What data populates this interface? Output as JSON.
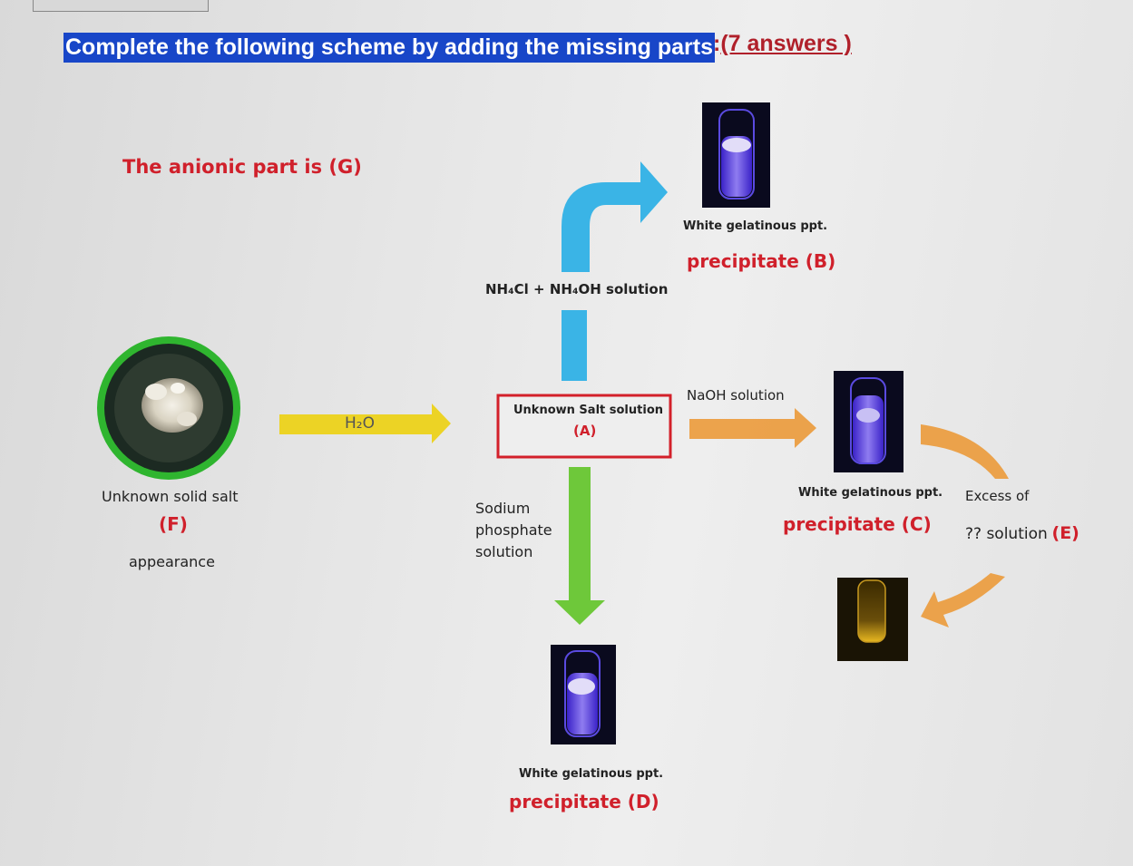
{
  "heading": {
    "main": "Complete the following scheme by adding the missing parts",
    "suffix_colon": ":",
    "suffix_link": "(7 answers )"
  },
  "anion_label": "The anionic part is (G)",
  "salt": {
    "name": "Unknown solid salt",
    "code": "(F)",
    "note": "appearance"
  },
  "arrow_h2o_label": "H₂O",
  "solution_box": {
    "title": "Unknown Salt solution",
    "code": "(A)"
  },
  "reagent_top": "NH₄Cl + NH₄OH solution",
  "reagent_right": "NaOH solution",
  "reagent_bottom": [
    "Sodium",
    "phosphate",
    "solution"
  ],
  "precip_b": {
    "desc": "White gelatinous ppt.",
    "label": "precipitate (B)"
  },
  "precip_c": {
    "desc": "White gelatinous ppt.",
    "label": "precipitate (C)"
  },
  "precip_d": {
    "desc": "White gelatinous ppt.",
    "label": "precipitate (D)"
  },
  "excess": {
    "line1": "Excess of",
    "line2_black": "?? solution",
    "line2_red": "(E)"
  },
  "colors": {
    "heading_bg": "#1846c8",
    "red": "#d0202b",
    "arrow_yellow": "#ecd21a",
    "arrow_blue": "#3ab4e6",
    "arrow_green": "#6ec83a",
    "arrow_orange": "#eb9a3a",
    "ring_green": "#2fb52f"
  }
}
